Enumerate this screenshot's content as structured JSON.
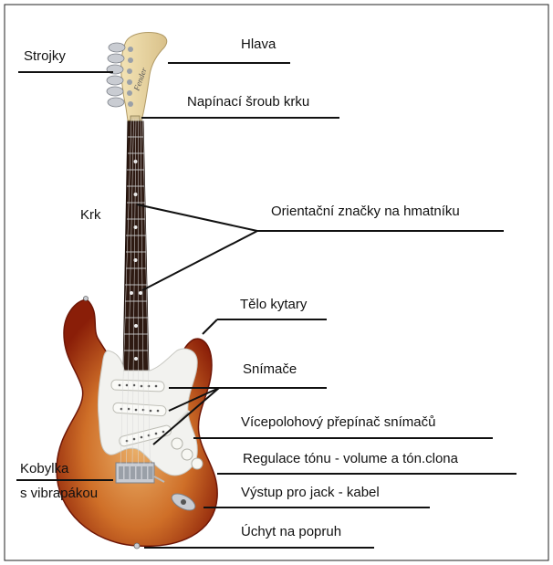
{
  "labels": {
    "strojky": "Strojky",
    "hlava": "Hlava",
    "napinaci_sroub": "Napínací šroub krku",
    "krk": "Krk",
    "znacky": "Orientační značky na hmatníku",
    "telo": "Tělo kytary",
    "snimace": "Snímače",
    "prepinac": "Vícepolohový přepínač snímačů",
    "regulace": "Regulace tónu - volume a tón.clona",
    "kobylka_1": "Kobylka",
    "kobylka_2": "s vibrapákou",
    "vystup": "Výstup pro jack - kabel",
    "uchyt": "Úchyt na popruh"
  },
  "colors": {
    "body_edge": "#8a1e08",
    "body_mid": "#c45a1a",
    "body_center": "#e6a25a",
    "fretboard": "#2e1a12",
    "headstock": "#ecd9a6",
    "pickguard": "#f2f2ef",
    "hardware": "#c9ccd2"
  }
}
